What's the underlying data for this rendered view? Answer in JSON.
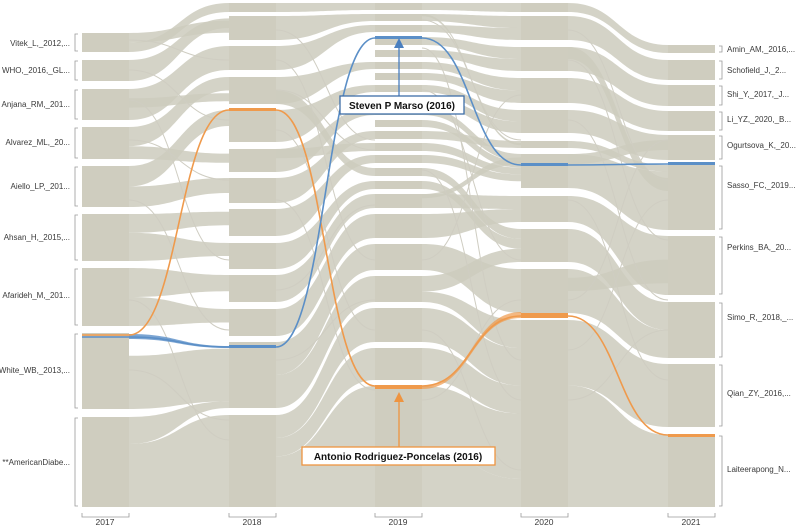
{
  "years": [
    "2017",
    "2018",
    "2019",
    "2020",
    "2021"
  ],
  "left_labels": [
    "Vitek_L,_2012,...",
    "WHO,_2016,_GL...",
    "Anjana_RM,_201...",
    "Alvarez_ML,_20...",
    "Aiello_LP,_201...",
    "Ahsan_H,_2015,...",
    "Afarideh_M,_201...",
    "White_WB,_2013,...",
    "**AmericanDiabe..."
  ],
  "right_labels": [
    "Amin_AM,_2016,...",
    "Schofield_J,_2...",
    "Shi_Y,_2017,_J...",
    "Li_YZ,_2020,_B...",
    "Ogurtsova_K,_20...",
    "Sasso_FC,_2019...",
    "Perkins_BA,_20...",
    "Simo_R,_2018,_...",
    "Qian_ZY,_2016,...",
    "Laiteerapong_N..."
  ],
  "callouts": {
    "blue": "Steven P Marso (2016)",
    "orange": "Antonio Rodriguez-Poncelas (2016)"
  },
  "colors": {
    "node": "#cfcdbf",
    "flow": "#cdcbbd",
    "highlight_blue": "#5b8fc7",
    "highlight_orange": "#ef9a4c",
    "bracket": "#9a9a9a"
  }
}
